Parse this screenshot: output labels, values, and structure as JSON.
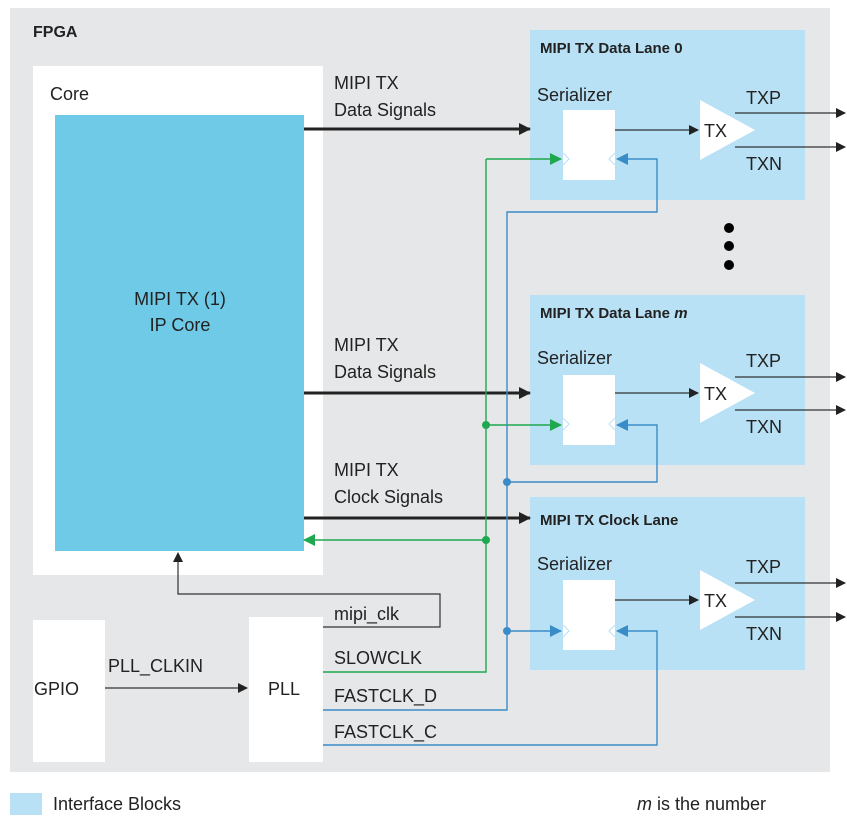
{
  "colors": {
    "fpga_bg": "#e6e7e8",
    "interface_block": "#b8e1f6",
    "ip_core": "#6ecae6",
    "green_clock": "#1fa84f",
    "blue_clock": "#3a8cc8",
    "black_signal": "#222222"
  },
  "fpga": {
    "title": "FPGA"
  },
  "core": {
    "label": "Core",
    "ip_line1": "MIPI TX (1)",
    "ip_line2": "IP Core"
  },
  "signals": {
    "data_top_line1": "MIPI TX",
    "data_top_line2": "Data Signals",
    "data_mid_line1": "MIPI TX",
    "data_mid_line2": "Data Signals",
    "clock_line1": "MIPI TX",
    "clock_line2": "Clock Signals"
  },
  "lanes": [
    {
      "title": "MIPI TX Data Lane 0",
      "title_prefix": "",
      "title_italic": "",
      "serializer": "Serializer",
      "tx": "TX",
      "txp": "TXP",
      "txn": "TXN"
    },
    {
      "title_prefix": "MIPI TX Data Lane ",
      "title_italic": "m",
      "serializer": "Serializer",
      "tx": "TX",
      "txp": "TXP",
      "txn": "TXN"
    },
    {
      "title": "MIPI TX Clock Lane",
      "title_prefix": "",
      "title_italic": "",
      "serializer": "Serializer",
      "tx": "TX",
      "txp": "TXP",
      "txn": "TXN"
    }
  ],
  "gpio": {
    "label": "GPIO"
  },
  "pll": {
    "label": "PLL",
    "input_label": "PLL_CLKIN",
    "outputs": {
      "mipi_clk": "mipi_clk",
      "slowclk": "SLOWCLK",
      "fastclk_d": "FASTCLK_D",
      "fastclk_c": "FASTCLK_C"
    }
  },
  "legend": {
    "interface_blocks": "Interface Blocks",
    "note_italic": "m",
    "note_rest": " is the number"
  }
}
